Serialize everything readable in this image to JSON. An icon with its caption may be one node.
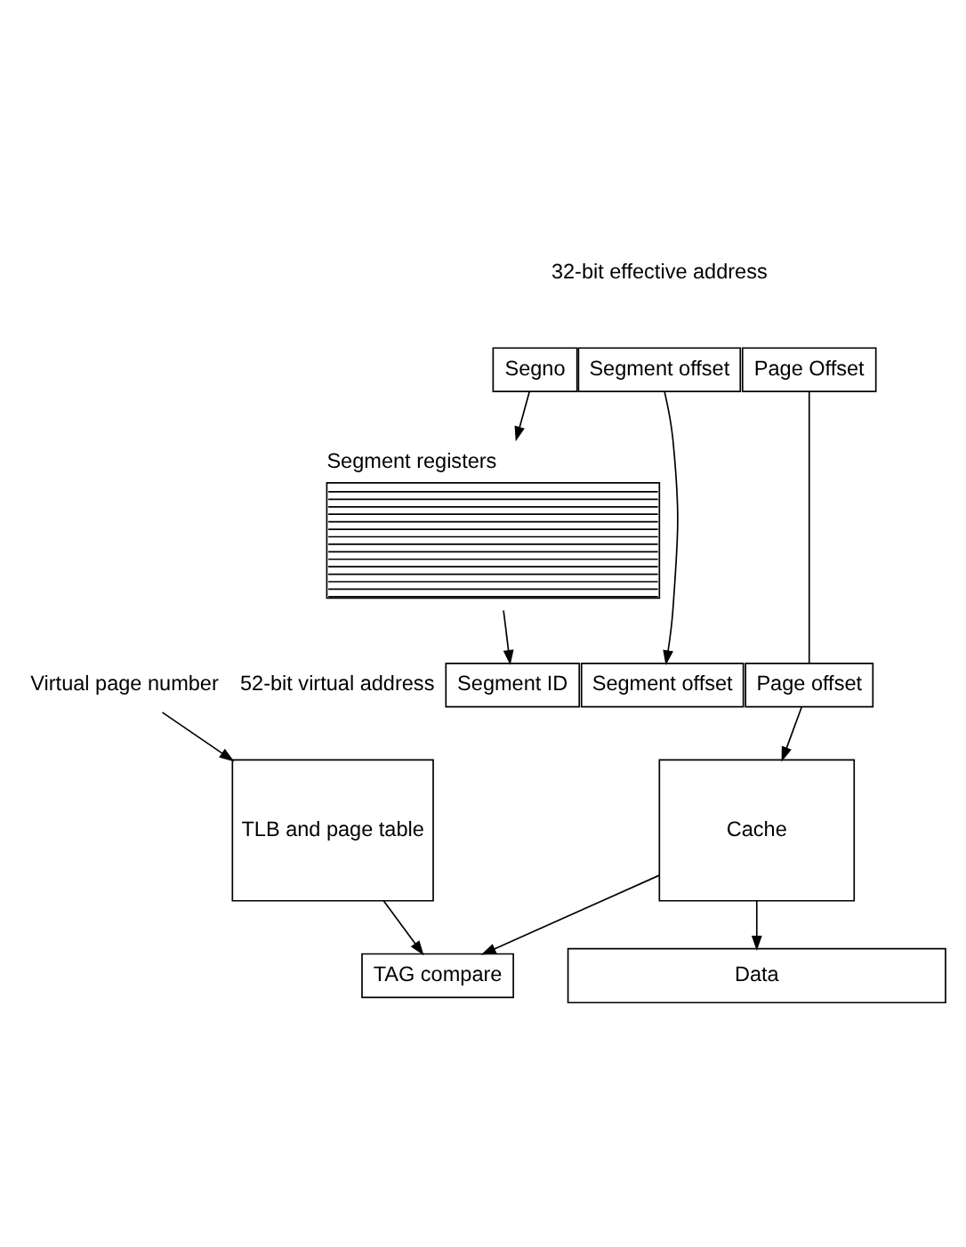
{
  "diagram": {
    "nodes": [
      {
        "text": [
          "Segno"
        ]
      },
      {
        "text": [
          "Segment offset"
        ]
      },
      {
        "text": [
          "Page Offset"
        ]
      },
      {
        "text": [
          "Segment registers"
        ]
      },
      {
        "text": [
          "Segment ID"
        ]
      },
      {
        "text": [
          "Segment offset"
        ]
      },
      {
        "text": [
          "Page offset"
        ]
      },
      {
        "text": [
          "Virtual page number"
        ]
      },
      {
        "text": [
          "TLB and page table"
        ]
      },
      {
        "text": [
          "Cache"
        ]
      },
      {
        "text": [
          "TAG compare"
        ]
      },
      {
        "text": [
          "Data"
        ]
      }
    ],
    "edges": [
      {
        "from": 0,
        "to": 3,
        "arrow": "to"
      },
      {
        "from": 3,
        "to": 4,
        "arrow": "to"
      },
      {
        "from": 1,
        "to": 5,
        "arrow": "to"
      },
      {
        "from": 2,
        "to": 6,
        "arrow": "none"
      },
      {
        "from": 7,
        "to": 8,
        "arrow": "to"
      },
      {
        "from": 6,
        "to": 9,
        "arrow": "to"
      },
      {
        "from": 8,
        "to": 10,
        "arrow": "to"
      },
      {
        "from": 9,
        "to": 10,
        "arrow": "to"
      },
      {
        "from": 9,
        "to": 11,
        "arrow": "to"
      }
    ],
    "labels": [
      "32-bit effective address",
      "52-bit virtual address"
    ]
  }
}
